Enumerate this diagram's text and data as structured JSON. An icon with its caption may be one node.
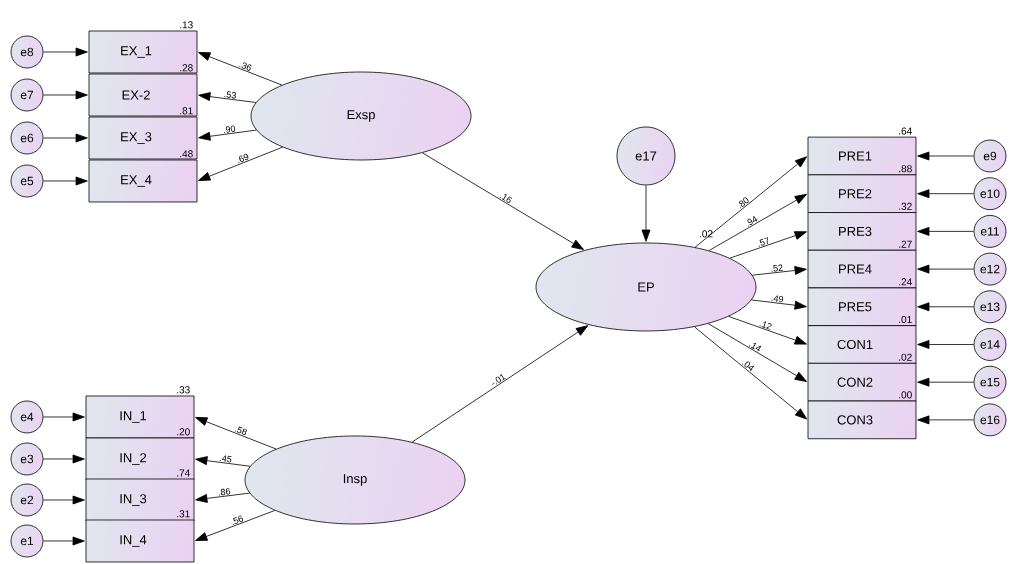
{
  "diagram": {
    "nodes": [
      {
        "text": [
          "Exsp"
        ]
      },
      {
        "text": [
          "EX_1"
        ],
        "beside": [
          ".13"
        ]
      },
      {
        "text": [
          "EX-2"
        ],
        "beside": [
          ".28"
        ]
      },
      {
        "text": [
          "EX_3"
        ],
        "beside": [
          ".81"
        ]
      },
      {
        "text": [
          "EX_4"
        ],
        "beside": [
          ".48"
        ]
      },
      {
        "text": [
          "e8"
        ]
      },
      {
        "text": [
          "e7"
        ]
      },
      {
        "text": [
          "e6"
        ]
      },
      {
        "text": [
          "e5"
        ]
      },
      {
        "text": [
          "Insp"
        ]
      },
      {
        "text": [
          "IN_1"
        ],
        "beside": [
          ".33"
        ]
      },
      {
        "text": [
          "IN_2"
        ],
        "beside": [
          ".20"
        ]
      },
      {
        "text": [
          "IN_3"
        ],
        "beside": [
          ".74"
        ]
      },
      {
        "text": [
          "IN_4"
        ],
        "beside": [
          ".31"
        ]
      },
      {
        "text": [
          "e4"
        ]
      },
      {
        "text": [
          "e3"
        ]
      },
      {
        "text": [
          "e2"
        ]
      },
      {
        "text": [
          "e1"
        ]
      },
      {
        "text": [
          "EP"
        ],
        "beside": [
          ".02"
        ]
      },
      {
        "text": [
          "e17"
        ]
      },
      {
        "text": [
          "PRE1"
        ],
        "beside": [
          ".64"
        ]
      },
      {
        "text": [
          "PRE2"
        ],
        "beside": [
          ".88"
        ]
      },
      {
        "text": [
          "PRE3"
        ],
        "beside": [
          ".32"
        ]
      },
      {
        "text": [
          "PRE4"
        ],
        "beside": [
          ".27"
        ]
      },
      {
        "text": [
          "PRE5"
        ],
        "beside": [
          ".24"
        ]
      },
      {
        "text": [
          "CON1"
        ],
        "beside": [
          ".01"
        ]
      },
      {
        "text": [
          "CON2"
        ],
        "beside": [
          ".02"
        ]
      },
      {
        "text": [
          "CON3"
        ],
        "beside": [
          ".00"
        ]
      },
      {
        "text": [
          "e9"
        ]
      },
      {
        "text": [
          "e10"
        ]
      },
      {
        "text": [
          "e11"
        ]
      },
      {
        "text": [
          "e12"
        ]
      },
      {
        "text": [
          "e13"
        ]
      },
      {
        "text": [
          "e14"
        ]
      },
      {
        "text": [
          "e15"
        ]
      },
      {
        "text": [
          "e16"
        ]
      }
    ],
    "edges": [
      {
        "from": 0,
        "to": 1,
        "arrow": "to",
        "label": ".36"
      },
      {
        "from": 0,
        "to": 2,
        "arrow": "to",
        "label": ".53"
      },
      {
        "from": 0,
        "to": 3,
        "arrow": "to",
        "label": ".90"
      },
      {
        "from": 0,
        "to": 4,
        "arrow": "to",
        "label": ".69"
      },
      {
        "from": 5,
        "to": 1,
        "arrow": "to"
      },
      {
        "from": 6,
        "to": 2,
        "arrow": "to"
      },
      {
        "from": 7,
        "to": 3,
        "arrow": "to"
      },
      {
        "from": 8,
        "to": 4,
        "arrow": "to"
      },
      {
        "from": 0,
        "to": 18,
        "arrow": "to",
        "label": ".16"
      },
      {
        "from": 9,
        "to": 10,
        "arrow": "to",
        "label": ".58"
      },
      {
        "from": 9,
        "to": 11,
        "arrow": "to",
        "label": ".45"
      },
      {
        "from": 9,
        "to": 12,
        "arrow": "to",
        "label": ".86"
      },
      {
        "from": 9,
        "to": 13,
        "arrow": "to",
        "label": ".56"
      },
      {
        "from": 14,
        "to": 10,
        "arrow": "to"
      },
      {
        "from": 15,
        "to": 11,
        "arrow": "to"
      },
      {
        "from": 16,
        "to": 12,
        "arrow": "to"
      },
      {
        "from": 17,
        "to": 13,
        "arrow": "to"
      },
      {
        "from": 9,
        "to": 18,
        "arrow": "to",
        "label": "-.01"
      },
      {
        "from": 19,
        "to": 18,
        "arrow": "to"
      },
      {
        "from": 18,
        "to": 20,
        "arrow": "to",
        "label": ".80"
      },
      {
        "from": 18,
        "to": 21,
        "arrow": "to",
        "label": ".94"
      },
      {
        "from": 18,
        "to": 22,
        "arrow": "to",
        "label": ".57"
      },
      {
        "from": 18,
        "to": 23,
        "arrow": "to",
        "label": ".52"
      },
      {
        "from": 18,
        "to": 24,
        "arrow": "to",
        "label": ".49"
      },
      {
        "from": 18,
        "to": 25,
        "arrow": "to",
        "label": ".12"
      },
      {
        "from": 18,
        "to": 26,
        "arrow": "to",
        "label": ".14"
      },
      {
        "from": 18,
        "to": 27,
        "arrow": "to",
        "label": ".04"
      },
      {
        "from": 28,
        "to": 20,
        "arrow": "to"
      },
      {
        "from": 29,
        "to": 21,
        "arrow": "to"
      },
      {
        "from": 30,
        "to": 22,
        "arrow": "to"
      },
      {
        "from": 31,
        "to": 23,
        "arrow": "to"
      },
      {
        "from": 32,
        "to": 24,
        "arrow": "to"
      },
      {
        "from": 33,
        "to": 25,
        "arrow": "to"
      },
      {
        "from": 34,
        "to": 26,
        "arrow": "to"
      },
      {
        "from": 35,
        "to": 27,
        "arrow": "to"
      }
    ]
  }
}
